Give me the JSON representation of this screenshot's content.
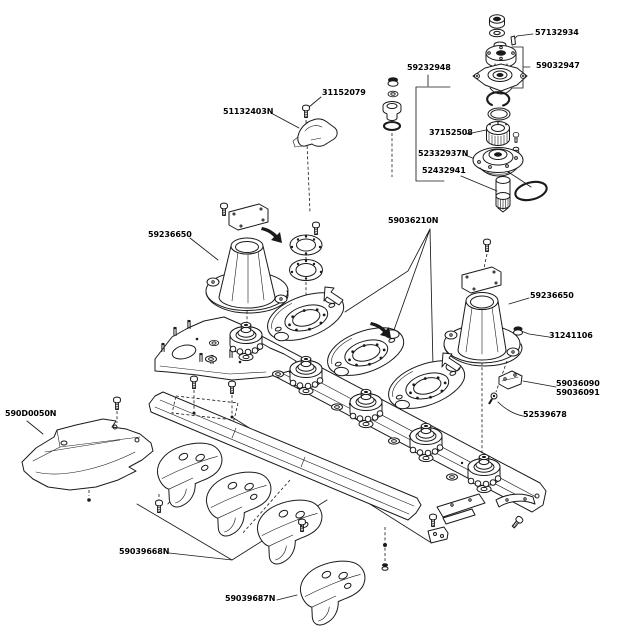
{
  "diagram": {
    "type": "exploded-parts-diagram",
    "colors": {
      "background": "#ffffff",
      "line": "#1a1a1a",
      "label_text": "#000000"
    },
    "labels": [
      {
        "part_number": "57132934"
      },
      {
        "part_number": "59032947"
      },
      {
        "part_number": "59232948"
      },
      {
        "part_number": "31152079"
      },
      {
        "part_number": "51132403N"
      },
      {
        "part_number": "37152508"
      },
      {
        "part_number": "52332937N"
      },
      {
        "part_number": "52432941"
      },
      {
        "part_number": "59036210N"
      },
      {
        "part_number": "59236650"
      },
      {
        "part_number": "59236650"
      },
      {
        "part_number": "31241106"
      },
      {
        "part_number": "59036090"
      },
      {
        "part_number": "59036091"
      },
      {
        "part_number": "52539678"
      },
      {
        "part_number": "590D0050N"
      },
      {
        "part_number": "59039668N"
      },
      {
        "part_number": "59039687N"
      }
    ]
  }
}
